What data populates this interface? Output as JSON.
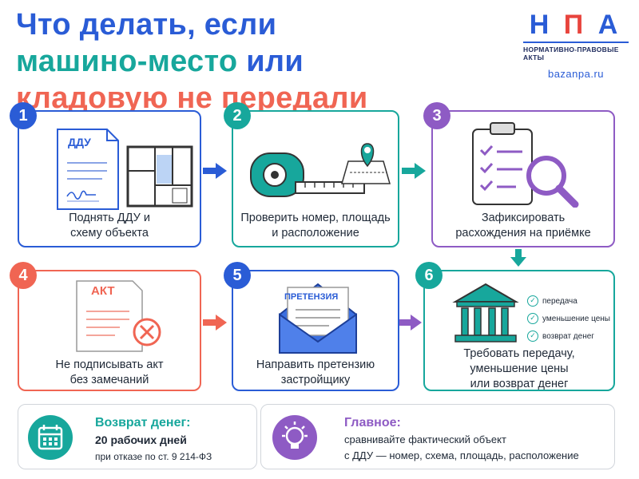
{
  "title": {
    "line1": "Что делать, если",
    "line2_a": "машино-место",
    "line2_b": " или",
    "line3": "кладовую не передали"
  },
  "logo": {
    "letters": [
      "Н",
      "П",
      "А"
    ],
    "subtitle": "НОРМАТИВНО-ПРАВОВЫЕ АКТЫ",
    "site": "bazanpa.ru"
  },
  "steps": [
    {
      "num": "1",
      "line1": "Поднять ДДУ и",
      "line2": "схему объекта",
      "doc_label": "ДДУ"
    },
    {
      "num": "2",
      "line1": "Проверить номер, площадь",
      "line2": "и расположение"
    },
    {
      "num": "3",
      "line1": "Зафиксировать",
      "line2": "расхождения на приёмке"
    },
    {
      "num": "4",
      "line1": "Не подписывать акт",
      "line2": "без замечаний",
      "doc_label": "АКТ"
    },
    {
      "num": "5",
      "line1": "Направить претензию",
      "line2": "застройщику",
      "doc_label": "ПРЕТЕНЗИЯ"
    },
    {
      "num": "6",
      "line1": "Требовать передачу,",
      "line2": "уменьшение цены",
      "line3": "или возврат денег",
      "features": [
        "передача",
        "уменьшение цены",
        "возврат денег"
      ]
    }
  ],
  "refund": {
    "heading": "Возврат денег:",
    "days": "20 рабочих дней",
    "note": "при отказе по ст. 9 214-ФЗ"
  },
  "main_point": {
    "heading": "Главное:",
    "line1": "сравнивайте фактический объект",
    "line2": "с ДДУ — номер, схема, площадь, расположение"
  },
  "colors": {
    "blue": "#2a5cd6",
    "teal": "#17a79c",
    "purple": "#8e5bc4",
    "coral": "#f06553"
  }
}
